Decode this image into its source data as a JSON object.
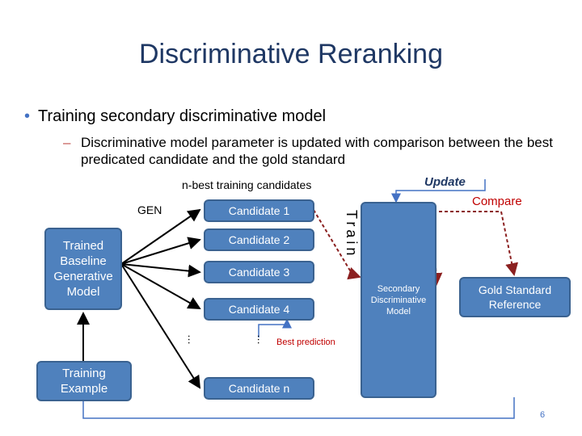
{
  "title": "Discriminative Reranking",
  "bullets": {
    "level1": "Training secondary discriminative model",
    "level2": "Discriminative model parameter is updated with comparison between the best predicated candidate and the gold standard"
  },
  "diagram": {
    "nbest_label": "n-best training candidates",
    "gen_label": "GEN",
    "baseline_model": "Trained Baseline Generative Model",
    "training_example": "Training Example",
    "candidates": [
      "Candidate 1",
      "Candidate 2",
      "Candidate 3",
      "Candidate 4",
      "Candidate n"
    ],
    "ellipsis": "…",
    "best_prediction": "Best prediction",
    "train_label": "Train",
    "update_label": "Update",
    "compare_label": "Compare",
    "secondary_model": "Secondary Discriminative Model",
    "gold_standard": "Gold Standard Reference"
  },
  "page_number": "6",
  "colors": {
    "box_fill": "#4f81bd",
    "box_border": "#3a6290",
    "arrow_red": "#8b2020",
    "title_blue": "#1f3864",
    "compare_red": "#c00000"
  }
}
